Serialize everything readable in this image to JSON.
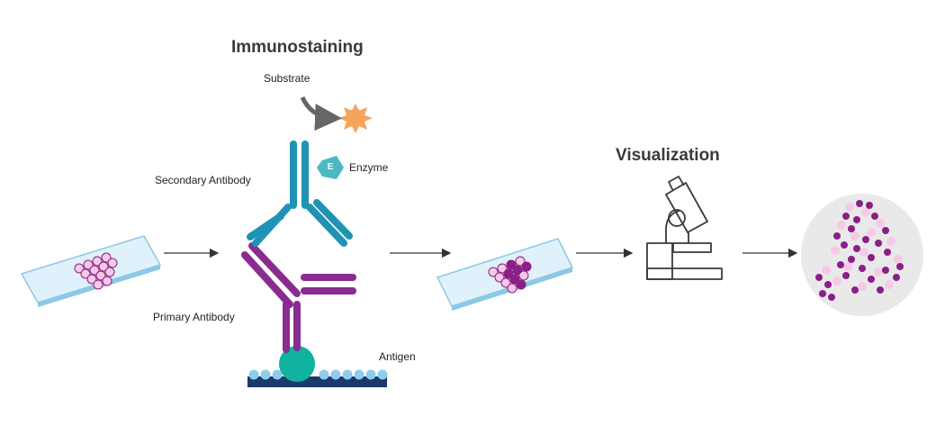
{
  "headings": {
    "immunostaining": "Immunostaining",
    "visualization": "Visualization"
  },
  "labels": {
    "substrate": "Substrate",
    "enzyme": "Enzyme",
    "enzyme_letter": "E",
    "secondary_antibody": "Secondary Antibody",
    "primary_antibody": "Primary Antibody",
    "antigen": "Antigen"
  },
  "colors": {
    "slide_fill": "#dff1fa",
    "slide_edge": "#8cc8e6",
    "tissue_light": "#f6c9e6",
    "tissue_dark": "#8a1f86",
    "secondary_antibody": "#1f93b3",
    "primary_antibody": "#8a2b8f",
    "antigen": "#11b3a0",
    "enzyme": "#4cb8c4",
    "substrate": "#f7a35c",
    "membrane": "#1b3a6b",
    "membrane_beads": "#8fcdee",
    "microscope": "#3a3a3a",
    "sample_bg": "#e9e9e9",
    "arrow": "#333333"
  }
}
